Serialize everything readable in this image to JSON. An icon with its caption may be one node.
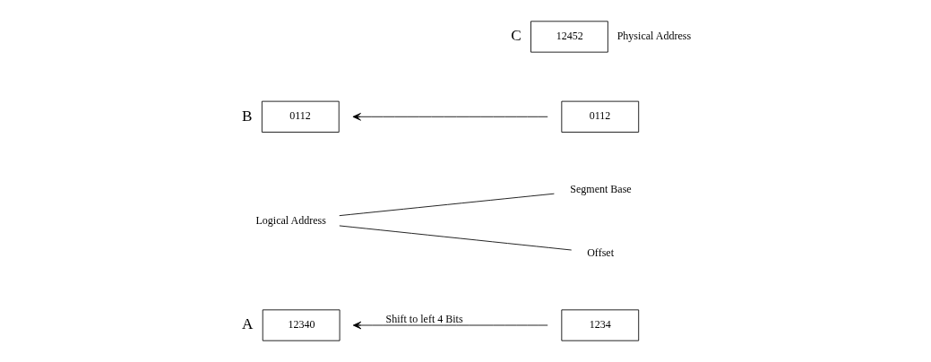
{
  "diagram": {
    "nodes": [
      {
        "text": [
          "1234"
        ]
      },
      {
        "text": [
          "Segment Base"
        ]
      },
      {
        "text": [
          "Logical Address"
        ]
      },
      {
        "text": [
          "12340"
        ],
        "beside": [
          "A"
        ]
      },
      {
        "text": [
          "0112"
        ]
      },
      {
        "text": [
          "Offset"
        ]
      },
      {
        "text": [
          "0112"
        ],
        "beside": [
          "B"
        ]
      },
      {
        "text": [
          "12452"
        ],
        "beside": [
          "C",
          "Physical Address"
        ]
      }
    ],
    "edges": [
      {
        "from": 0,
        "to": 3,
        "arrow": "to",
        "label": "Shift to left 4 Bits"
      },
      {
        "from": 4,
        "to": 6,
        "arrow": "to"
      },
      {
        "from": 1,
        "to": 2,
        "arrow": "none"
      },
      {
        "from": 5,
        "to": 2,
        "arrow": "none"
      }
    ]
  }
}
